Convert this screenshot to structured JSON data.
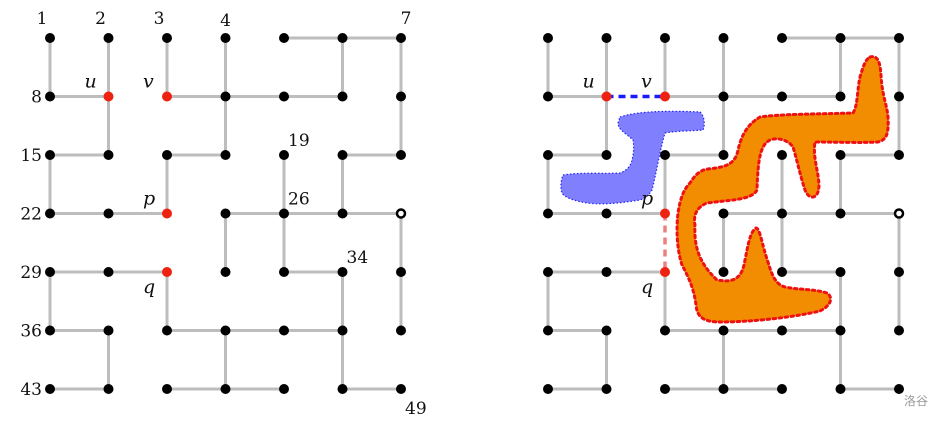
{
  "grid": {
    "size": 7,
    "edges_h": [
      [
        4,
        0
      ],
      [
        5,
        0
      ],
      [
        0,
        1
      ],
      [
        2,
        1
      ],
      [
        3,
        1
      ],
      [
        4,
        1
      ],
      [
        0,
        2
      ],
      [
        2,
        2
      ],
      [
        5,
        2
      ],
      [
        0,
        3
      ],
      [
        1,
        3
      ],
      [
        3,
        3
      ],
      [
        4,
        3
      ],
      [
        5,
        3
      ],
      [
        0,
        4
      ],
      [
        1,
        4
      ],
      [
        4,
        4
      ],
      [
        0,
        5
      ],
      [
        2,
        5
      ],
      [
        3,
        5
      ],
      [
        4,
        5
      ],
      [
        0,
        6
      ],
      [
        2,
        6
      ],
      [
        3,
        6
      ],
      [
        5,
        6
      ]
    ],
    "edges_v": [
      [
        0,
        0
      ],
      [
        1,
        0
      ],
      [
        1,
        1
      ],
      [
        2,
        0
      ],
      [
        3,
        0
      ],
      [
        3,
        1
      ],
      [
        5,
        0
      ],
      [
        6,
        0
      ],
      [
        6,
        1
      ],
      [
        0,
        2
      ],
      [
        2,
        2
      ],
      [
        4,
        2
      ],
      [
        5,
        2
      ],
      [
        3,
        3
      ],
      [
        4,
        3
      ],
      [
        6,
        3
      ],
      [
        0,
        4
      ],
      [
        2,
        4
      ],
      [
        5,
        4
      ],
      [
        6,
        4
      ],
      [
        1,
        5
      ],
      [
        3,
        5
      ],
      [
        5,
        5
      ]
    ],
    "red_nodes": [
      [
        1,
        1
      ],
      [
        2,
        1
      ],
      [
        2,
        3
      ],
      [
        2,
        4
      ]
    ],
    "hollow_nodes": [
      [
        6,
        3
      ]
    ]
  },
  "left": {
    "node_numbers": [
      {
        "label": "1",
        "col": 0,
        "row": 0,
        "pos": "top"
      },
      {
        "label": "2",
        "col": 1,
        "row": 0,
        "pos": "top"
      },
      {
        "label": "3",
        "col": 2,
        "row": 0,
        "pos": "top"
      },
      {
        "label": "4",
        "col": 3,
        "row": 0,
        "pos": "top"
      },
      {
        "label": "7",
        "col": 6,
        "row": 0,
        "pos": "top"
      },
      {
        "label": "8",
        "col": 0,
        "row": 1,
        "pos": "left"
      },
      {
        "label": "15",
        "col": 0,
        "row": 2,
        "pos": "left"
      },
      {
        "label": "19",
        "col": 4,
        "row": 2,
        "pos": "topright"
      },
      {
        "label": "22",
        "col": 0,
        "row": 3,
        "pos": "left"
      },
      {
        "label": "26",
        "col": 4,
        "row": 3,
        "pos": "topright"
      },
      {
        "label": "29",
        "col": 0,
        "row": 4,
        "pos": "left"
      },
      {
        "label": "34",
        "col": 5,
        "row": 4,
        "pos": "topright"
      },
      {
        "label": "36",
        "col": 0,
        "row": 5,
        "pos": "left"
      },
      {
        "label": "43",
        "col": 0,
        "row": 6,
        "pos": "left"
      },
      {
        "label": "49",
        "col": 6,
        "row": 6,
        "pos": "bottomright"
      }
    ]
  },
  "vertex_labels": [
    {
      "label": "u",
      "col": 1,
      "row": 1,
      "pos": "topleft"
    },
    {
      "label": "v",
      "col": 2,
      "row": 1,
      "pos": "topleft"
    },
    {
      "label": "p",
      "col": 2,
      "row": 3,
      "pos": "topleft"
    },
    {
      "label": "q",
      "col": 2,
      "row": 4,
      "pos": "bottomleft"
    }
  ],
  "right": {
    "dashed_edges": [
      {
        "from": [
          1,
          1
        ],
        "to": [
          2,
          1
        ],
        "color": "#1a1aff"
      },
      {
        "from": [
          2,
          3
        ],
        "to": [
          2,
          4
        ],
        "color": "#f08080"
      }
    ],
    "regions": [
      {
        "name": "blue-region",
        "fill": "#8080ff",
        "stroke": "#2222ff"
      },
      {
        "name": "orange-region",
        "fill": "#f28c00",
        "stroke": "#ee1111"
      }
    ]
  },
  "colors": {
    "edge": "#bdbdbd",
    "node": "#000000",
    "red": "#ee2211"
  },
  "watermark": "洛谷"
}
